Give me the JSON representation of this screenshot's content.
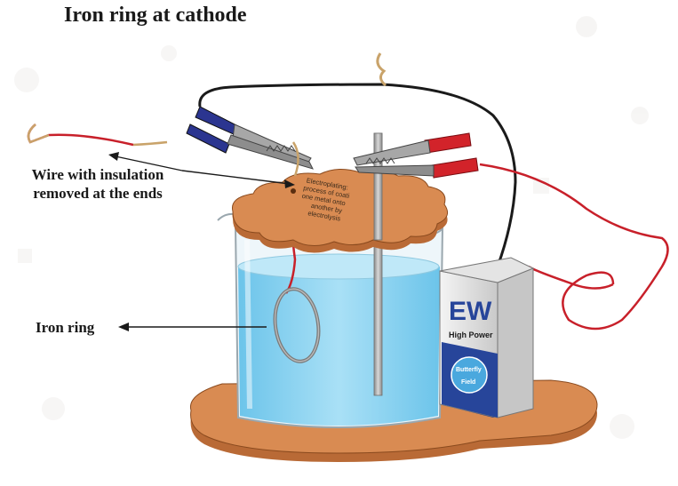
{
  "title": "Iron ring at cathode",
  "labels": {
    "wire_line1": "Wire  with insulation",
    "wire_line2": "removed at the ends",
    "iron_ring": "Iron ring"
  },
  "plate_text": [
    "Electroplating:",
    "process of coati",
    "one metal onto",
    "another by",
    "electrolysis"
  ],
  "battery": {
    "brand": "EW",
    "subtitle": "High Power",
    "badge_line1": "Butterfly",
    "badge_line2": "Field"
  },
  "colors": {
    "water": "#8fd3f0",
    "base": "#d98b52",
    "clip_red": "#d2232a",
    "clip_blue": "#2b3590",
    "battery_blue": "#27459a",
    "wire_red": "#c8202a"
  }
}
